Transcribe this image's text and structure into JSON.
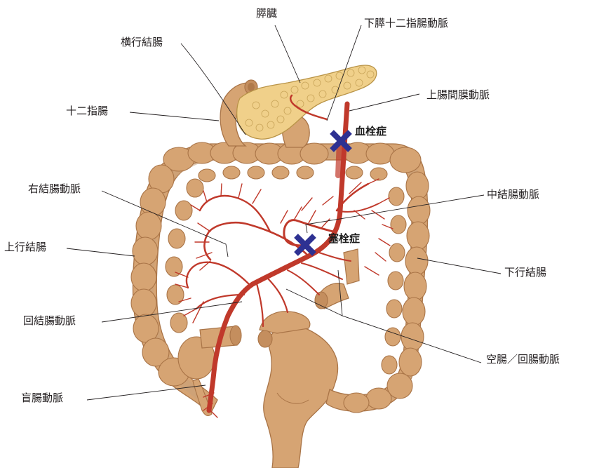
{
  "labels": {
    "pancreas": "膵臓",
    "inferior_pancreaticoduodenal_artery": "下膵十二指腸動脈",
    "transverse_colon": "横行結腸",
    "superior_mesenteric_artery": "上腸間膜動脈",
    "duodenum": "十二指腸",
    "right_colic_artery": "右結腸動脈",
    "middle_colic_artery": "中結腸動脈",
    "ascending_colon": "上行結腸",
    "descending_colon": "下行結腸",
    "ileocolic_artery": "回結腸動脈",
    "jejunal_ileal_arteries": "空腸／回腸動脈",
    "appendicular_artery": "盲腸動脈"
  },
  "markers": {
    "thrombosis": "血栓症",
    "embolism": "塞栓症"
  },
  "colors": {
    "bowel": "#d6a473",
    "bowel_outline": "#a97447",
    "pancreas": "#f0d08a",
    "artery": "#c0392b",
    "marker": "#2e3192"
  }
}
